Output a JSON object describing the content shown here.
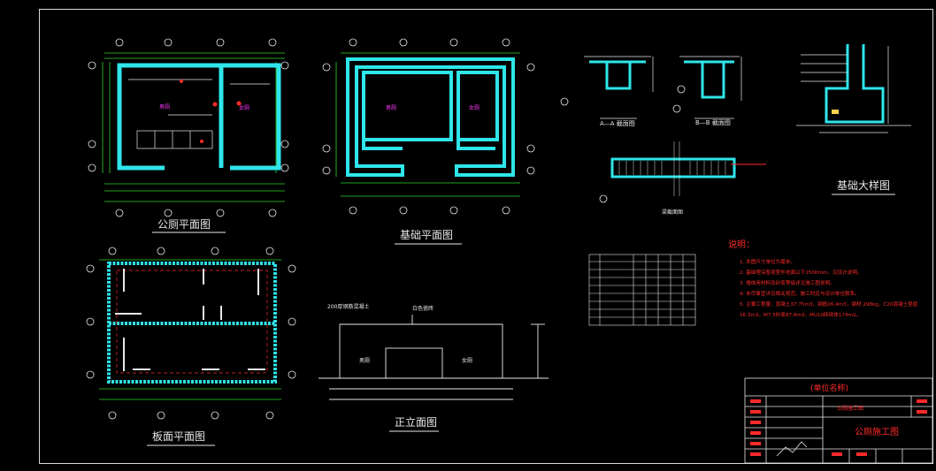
{
  "drawings": {
    "floor_plan_title": "公厕平面图",
    "foundation_plan_title": "基础平面图",
    "slab_plan_title": "板面平面图",
    "elevation_title": "正立面图",
    "foundation_detail_title": "基础大样图",
    "section_aa": "A—A 截面图",
    "section_bb": "B—B 截面图",
    "beam_section": "梁截面图"
  },
  "floor_plan": {
    "room_male": "男厕",
    "room_female": "女厕"
  },
  "foundation_plan": {
    "room_male": "男厕",
    "room_female": "女厕"
  },
  "elevation": {
    "label_parapet": "200厚钢筋混凝土",
    "label_finish": "白色瓷砖",
    "room_male": "男厕",
    "room_female": "女厕"
  },
  "notes": {
    "heading": "说明：",
    "items": [
      "1. 本图尺寸单位为毫米。",
      "2. 基础埋深暂按室外地面以下1500mm，见设计说明。",
      "3. 墙体用材料及砂浆等级详见施工图说明。",
      "4. 未尽事宜详见相关规范，施工时应与设计单位联系。",
      "5. 主要工程量：混凝土37.75m3，钢筋26.4m3，钢材 298kg，C20混凝土垫层",
      "   16.3m3，M7.5砂浆87.8m3，MU10砖砌体174m2。"
    ]
  },
  "title_block": {
    "unit_name": "(单位名称)",
    "drawing_code": "公厕施工图",
    "drawing_name": "公厕施工图"
  },
  "colors": {
    "wall": "#2ee6ea",
    "line": "#e8e8e8",
    "dim": "#ffd24d",
    "red": "#ff2a2a",
    "green": "#2bd62b",
    "magenta": "#ff38ff",
    "blue": "#3a6bff"
  }
}
